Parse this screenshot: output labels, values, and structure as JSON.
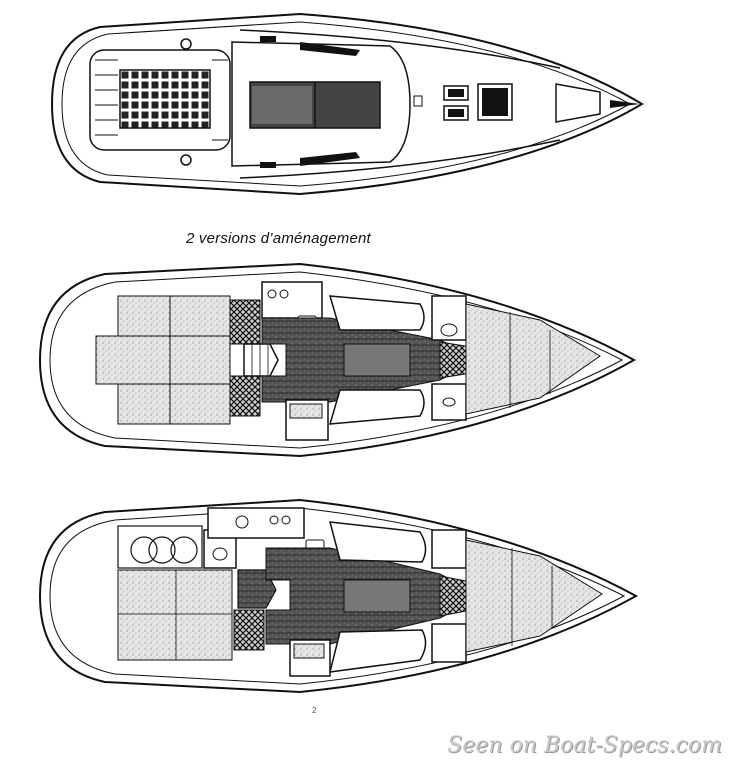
{
  "figure": {
    "caption": "2 versions d’aménagement",
    "page_marker": "2",
    "watermark": "Seen on Boat-Specs.com"
  },
  "colors": {
    "ink": "#111111",
    "paper": "#ffffff",
    "speckle": "#d9d9d9",
    "hatch": "#222222",
    "watermark": "#c9c9c9"
  },
  "drawings": [
    {
      "name": "deck-plan"
    },
    {
      "name": "interior-layout-version-1"
    },
    {
      "name": "interior-layout-version-2"
    }
  ]
}
